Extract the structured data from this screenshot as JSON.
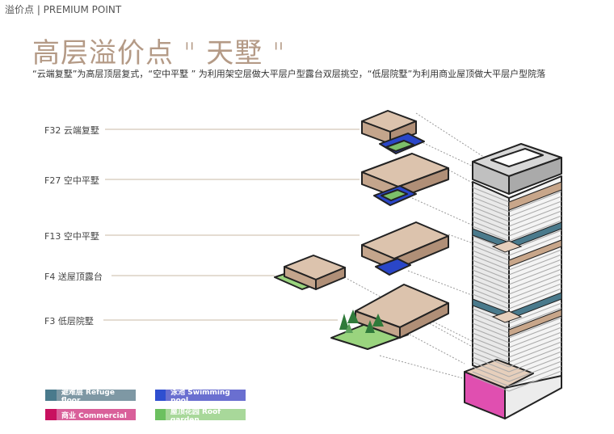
{
  "breadcrumb": "溢价点 | PREMIUM POINT",
  "title": "高层溢价点 \" 天墅 \"",
  "subtitle": "“云端复墅”为高层顶层复式，“空中平墅 ” 为利用架空层做大平层户型露台双层挑空，“低层院墅”为利用商业屋顶做大平层户型院落",
  "floors": [
    {
      "label": "F32 云端复墅"
    },
    {
      "label": "F27 空中平墅"
    },
    {
      "label": "F13 空中平墅"
    },
    {
      "label": "F4 送屋顶露台"
    },
    {
      "label": "F3 低层院墅"
    }
  ],
  "legend": [
    {
      "label": "避难层 Refuge floor",
      "color": "#4a7a8c",
      "bg": "#7e98a4"
    },
    {
      "label": "泳池 Swimming pool",
      "color": "#2f4fd0",
      "bg": "#6a6fd0"
    },
    {
      "label": "商业 Commercial",
      "color": "#c8105f",
      "bg": "#d9609a"
    },
    {
      "label": "屋顶花园 Roof garden",
      "color": "#6cc060",
      "bg": "#a8d89a"
    }
  ]
}
